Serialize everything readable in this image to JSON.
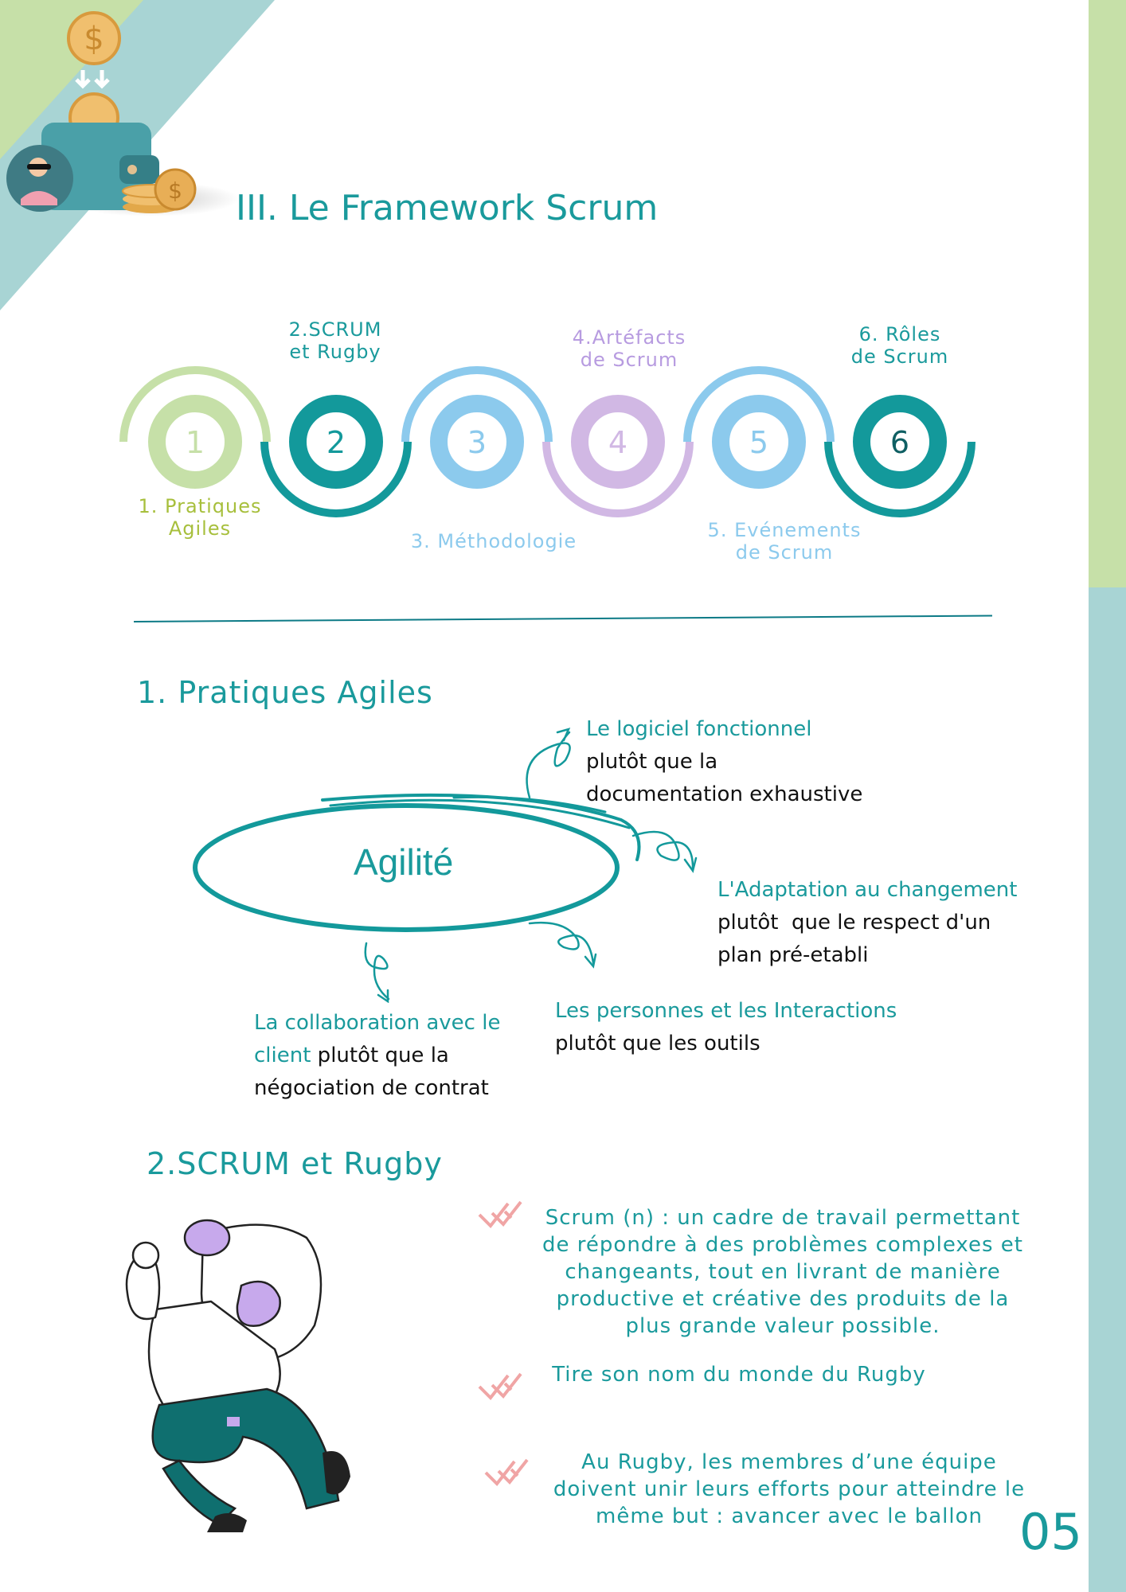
{
  "title": "III. Le Framework Scrum",
  "steps": [
    {
      "num": "1",
      "label": "1. Pratiques\nAgiles",
      "color": "#c6e0a8",
      "label_color": "#a7bf3c"
    },
    {
      "num": "2",
      "label": "2.SCRUM\net Rugby",
      "color": "#13999b",
      "label_color": "#1a9a9c"
    },
    {
      "num": "3",
      "label": "3. Méthodologie",
      "color": "#8ccaed",
      "label_color": "#8ccaed"
    },
    {
      "num": "4",
      "label": "4.Artéfacts\nde Scrum",
      "color": "#d1b8e4",
      "label_color": "#b79be0"
    },
    {
      "num": "5",
      "label": "5. Evénements\nde Scrum",
      "color": "#8ccaed",
      "label_color": "#8ccaed"
    },
    {
      "num": "6",
      "label": "6. Rôles\nde Scrum",
      "color": "#13999b",
      "label_color": "#1a9a9c"
    }
  ],
  "section1": {
    "title": "1. Pratiques Agiles",
    "center": "Agilité",
    "values": [
      {
        "highlight": "Le logiciel fonctionnel",
        "rest": "plutôt que la\ndocumentation exhaustive"
      },
      {
        "highlight": "L'Adaptation au changement",
        "rest": "plutôt  que le respect d'un\nplan pré-etabli"
      },
      {
        "highlight": "Les personnes et les Interactions",
        "rest": "plutôt que les outils"
      },
      {
        "highlight": "La collaboration avec le\nclient",
        "rest": " plutôt que la\nnégociation de contrat"
      }
    ]
  },
  "section2": {
    "title": "2.SCRUM et Rugby",
    "points": [
      "Scrum (n) : un cadre de travail permettant de répondre à des problèmes complexes et changeants, tout en livrant de manière productive et créative des produits de la plus grande valeur possible.",
      "Tire son nom du monde du Rugby",
      "Au Rugby, les membres d’une équipe doivent unir leurs efforts pour atteindre le même but : avancer avec le ballon"
    ]
  },
  "page_number": "05",
  "colors": {
    "teal": "#1a9a9c",
    "green_band": "#c6e0a8",
    "blue_band": "#a8d4d4",
    "check": "#f0a5a5"
  }
}
